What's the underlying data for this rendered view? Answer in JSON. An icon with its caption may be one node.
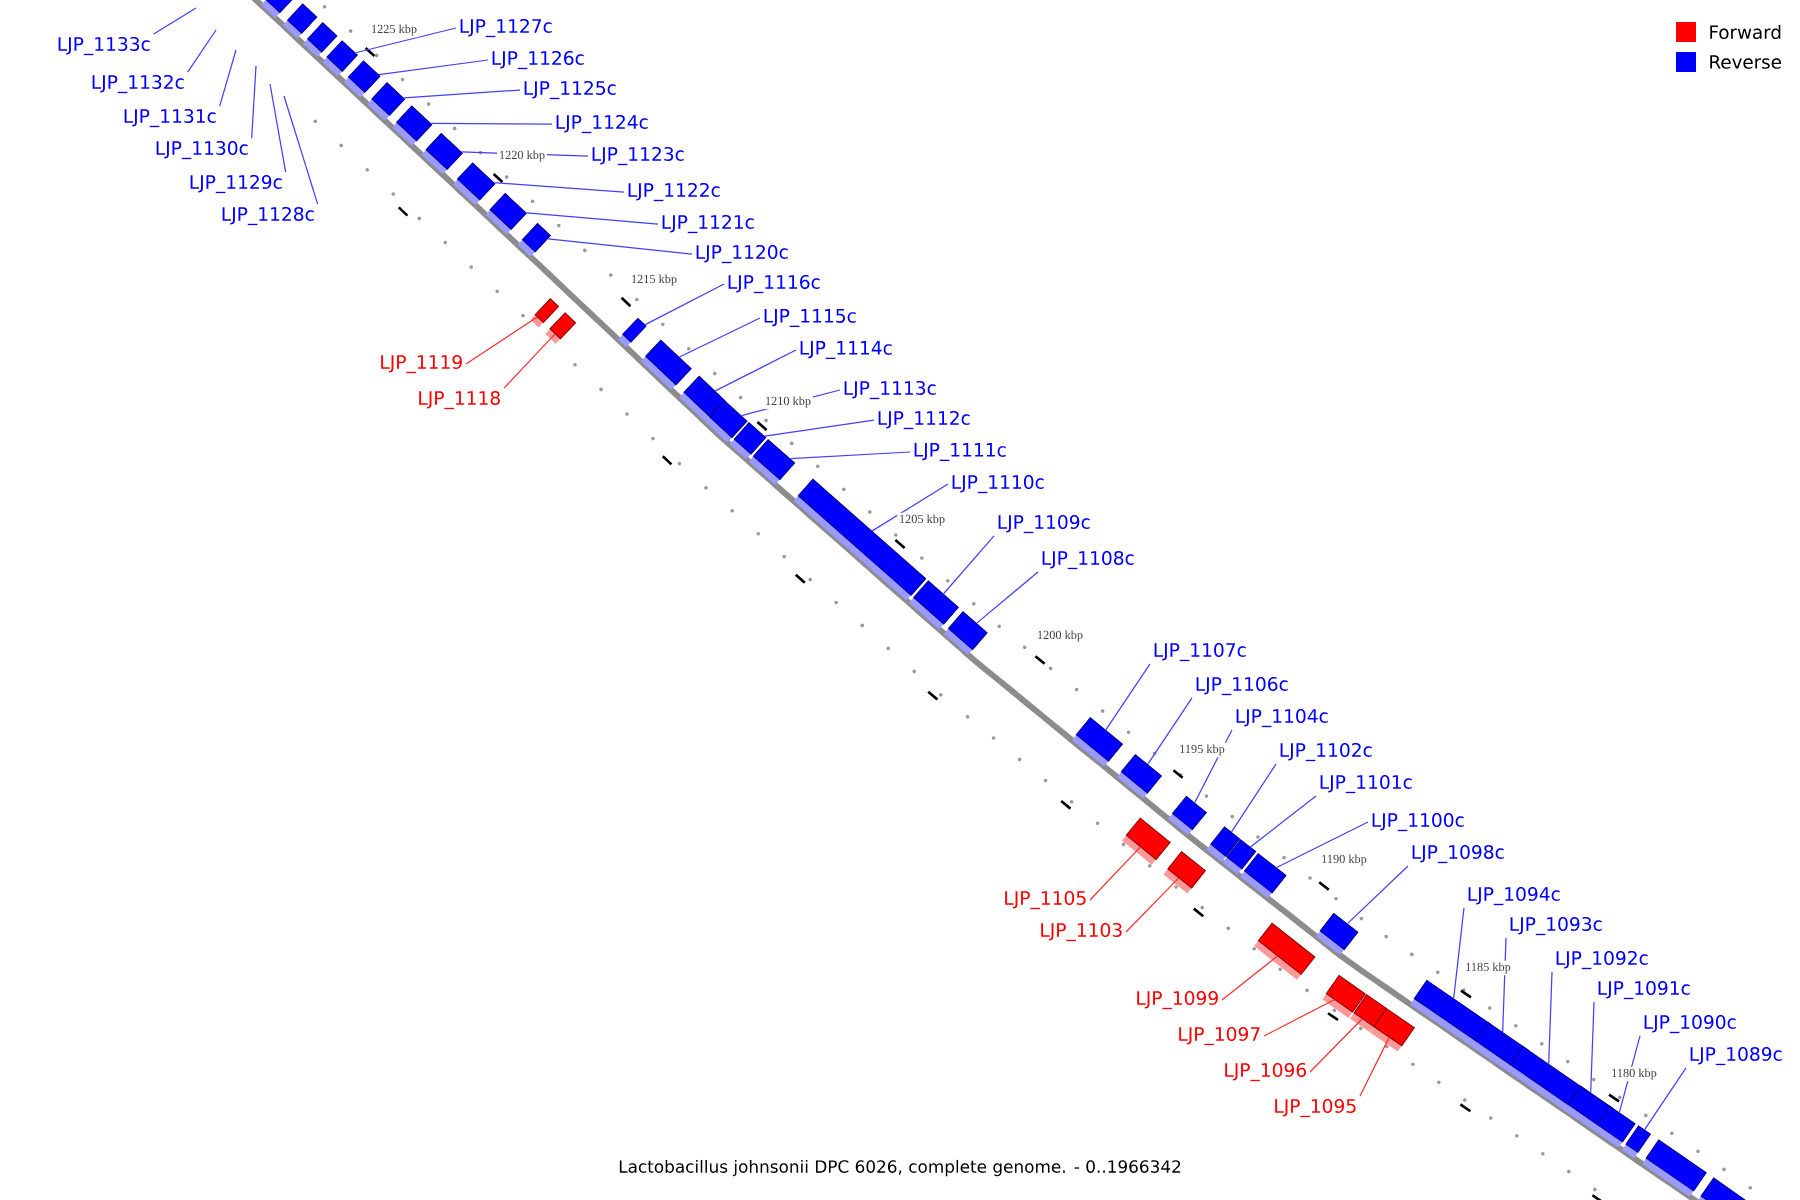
{
  "diagram": {
    "caption": "Lactobacillus johnsonii DPC 6026, complete genome. - 0..1966342",
    "nodes": [
      {
        "text": [
          "LJP_1133c"
        ]
      },
      {
        "text": [
          "LJP_1132c"
        ]
      },
      {
        "text": [
          "LJP_1131c"
        ]
      },
      {
        "text": [
          "LJP_1130c"
        ]
      },
      {
        "text": [
          "LJP_1129c"
        ]
      },
      {
        "text": [
          "LJP_1128c"
        ]
      },
      {
        "text": [],
        "shape": "box"
      },
      {
        "text": [],
        "shape": "box"
      },
      {
        "text": [],
        "shape": "box"
      },
      {
        "text": [
          "LJP_1127c"
        ]
      },
      {
        "text": [],
        "shape": "box"
      },
      {
        "text": [
          "LJP_1126c"
        ]
      },
      {
        "text": [],
        "shape": "box"
      },
      {
        "text": [
          "LJP_1125c"
        ]
      },
      {
        "text": [],
        "shape": "box"
      },
      {
        "text": [
          "LJP_1124c"
        ]
      },
      {
        "text": [],
        "shape": "box"
      },
      {
        "text": [
          "LJP_1123c"
        ]
      },
      {
        "text": [],
        "shape": "box"
      },
      {
        "text": [
          "LJP_1122c"
        ]
      },
      {
        "text": [],
        "shape": "box"
      },
      {
        "text": [
          "LJP_1121c"
        ]
      },
      {
        "text": [],
        "shape": "box"
      },
      {
        "text": [
          "LJP_1120c"
        ]
      },
      {
        "text": [],
        "shape": "box"
      },
      {
        "text": [
          "LJP_1119"
        ]
      },
      {
        "text": [],
        "shape": "box"
      },
      {
        "text": [
          "LJP_1118"
        ]
      },
      {
        "text": [],
        "shape": "box"
      },
      {
        "text": [
          "LJP_1116c"
        ]
      },
      {
        "text": [],
        "shape": "box"
      },
      {
        "text": [
          "LJP_1115c"
        ]
      },
      {
        "text": [],
        "shape": "box"
      },
      {
        "text": [
          "LJP_1114c"
        ]
      },
      {
        "text": [],
        "shape": "box"
      },
      {
        "text": [
          "LJP_1113c"
        ]
      },
      {
        "text": [],
        "shape": "box"
      },
      {
        "text": [
          "LJP_1112c"
        ]
      },
      {
        "text": [],
        "shape": "box"
      },
      {
        "text": [
          "LJP_1111c"
        ]
      },
      {
        "text": [],
        "shape": "box"
      },
      {
        "text": [
          "LJP_1110c"
        ]
      },
      {
        "text": [],
        "shape": "box"
      },
      {
        "text": [
          "LJP_1109c"
        ]
      },
      {
        "text": [],
        "shape": "box"
      },
      {
        "text": [
          "LJP_1108c"
        ]
      },
      {
        "text": [],
        "shape": "box"
      },
      {
        "text": [
          "LJP_1107c"
        ]
      },
      {
        "text": [],
        "shape": "box"
      },
      {
        "text": [
          "LJP_1106c"
        ]
      },
      {
        "text": [],
        "shape": "box"
      },
      {
        "text": [
          "LJP_1105"
        ]
      },
      {
        "text": [],
        "shape": "box"
      },
      {
        "text": [
          "LJP_1104c"
        ]
      },
      {
        "text": [],
        "shape": "box"
      },
      {
        "text": [
          "LJP_1103"
        ]
      },
      {
        "text": [],
        "shape": "box"
      },
      {
        "text": [
          "LJP_1102c"
        ]
      },
      {
        "text": [],
        "shape": "box"
      },
      {
        "text": [
          "LJP_1101c"
        ]
      },
      {
        "text": [],
        "shape": "box"
      },
      {
        "text": [
          "LJP_1100c"
        ]
      },
      {
        "text": [],
        "shape": "box"
      },
      {
        "text": [
          "LJP_1099"
        ]
      },
      {
        "text": [],
        "shape": "box"
      },
      {
        "text": [
          "LJP_1098c"
        ]
      },
      {
        "text": [],
        "shape": "box"
      },
      {
        "text": [
          "LJP_1097"
        ]
      },
      {
        "text": [],
        "shape": "box"
      },
      {
        "text": [
          "LJP_1096"
        ]
      },
      {
        "text": [],
        "shape": "box"
      },
      {
        "text": [
          "LJP_1095"
        ]
      },
      {
        "text": [],
        "shape": "box"
      },
      {
        "text": [
          "LJP_1094c"
        ]
      },
      {
        "text": [],
        "shape": "box"
      },
      {
        "text": [
          "LJP_1093c"
        ]
      },
      {
        "text": [],
        "shape": "box"
      },
      {
        "text": [
          "LJP_1092c"
        ]
      },
      {
        "text": [],
        "shape": "box"
      },
      {
        "text": [
          "LJP_1091c"
        ]
      },
      {
        "text": [],
        "shape": "box"
      },
      {
        "text": [
          "LJP_1090c"
        ]
      },
      {
        "text": [],
        "shape": "box"
      },
      {
        "text": [
          "LJP_1089c"
        ]
      },
      {
        "text": [],
        "shape": "box"
      },
      {
        "text": [],
        "shape": "box"
      },
      {
        "text": [],
        "shape": "box"
      }
    ],
    "edges": [
      {
        "from": 0,
        "to": null,
        "arrow": "none"
      },
      {
        "from": 1,
        "to": null,
        "arrow": "none"
      },
      {
        "from": 2,
        "to": null,
        "arrow": "none"
      },
      {
        "from": 3,
        "to": null,
        "arrow": "none"
      },
      {
        "from": 4,
        "to": null,
        "arrow": "none"
      },
      {
        "from": 5,
        "to": null,
        "arrow": "none"
      },
      {
        "from": 9,
        "to": 10,
        "arrow": "none"
      },
      {
        "from": 11,
        "to": 12,
        "arrow": "none"
      },
      {
        "from": 13,
        "to": 14,
        "arrow": "none"
      },
      {
        "from": 15,
        "to": 16,
        "arrow": "none"
      },
      {
        "from": 17,
        "to": 18,
        "arrow": "none"
      },
      {
        "from": 19,
        "to": 20,
        "arrow": "none"
      },
      {
        "from": 21,
        "to": 22,
        "arrow": "none"
      },
      {
        "from": 23,
        "to": 24,
        "arrow": "none"
      },
      {
        "from": 25,
        "to": 26,
        "arrow": "none",
        "color": "#ff3030"
      },
      {
        "from": 27,
        "to": 28,
        "arrow": "none",
        "color": "#ff3030"
      },
      {
        "from": 29,
        "to": 30,
        "arrow": "none"
      },
      {
        "from": 31,
        "to": 32,
        "arrow": "none"
      },
      {
        "from": 33,
        "to": 34,
        "arrow": "none"
      },
      {
        "from": 35,
        "to": 36,
        "arrow": "none"
      },
      {
        "from": 37,
        "to": 38,
        "arrow": "none"
      },
      {
        "from": 39,
        "to": 40,
        "arrow": "none"
      },
      {
        "from": 41,
        "to": 42,
        "arrow": "none"
      },
      {
        "from": 43,
        "to": 44,
        "arrow": "none"
      },
      {
        "from": 45,
        "to": 46,
        "arrow": "none"
      },
      {
        "from": 47,
        "to": 48,
        "arrow": "none"
      },
      {
        "from": 49,
        "to": 50,
        "arrow": "none"
      },
      {
        "from": 51,
        "to": 52,
        "arrow": "none",
        "color": "#ff3030"
      },
      {
        "from": 53,
        "to": 54,
        "arrow": "none"
      },
      {
        "from": 55,
        "to": 56,
        "arrow": "none",
        "color": "#ff3030"
      },
      {
        "from": 57,
        "to": 58,
        "arrow": "none"
      },
      {
        "from": 59,
        "to": 60,
        "arrow": "none"
      },
      {
        "from": 61,
        "to": 62,
        "arrow": "none"
      },
      {
        "from": 63,
        "to": 64,
        "arrow": "none",
        "color": "#ff3030"
      },
      {
        "from": 65,
        "to": 66,
        "arrow": "none"
      },
      {
        "from": 67,
        "to": 68,
        "arrow": "none",
        "color": "#ff3030"
      },
      {
        "from": 69,
        "to": 70,
        "arrow": "none",
        "color": "#ff3030"
      },
      {
        "from": 71,
        "to": 72,
        "arrow": "none",
        "color": "#ff3030"
      },
      {
        "from": 73,
        "to": 74,
        "arrow": "none"
      },
      {
        "from": 75,
        "to": 76,
        "arrow": "none"
      },
      {
        "from": 77,
        "to": 78,
        "arrow": "none"
      },
      {
        "from": 79,
        "to": 80,
        "arrow": "none"
      },
      {
        "from": 81,
        "to": 82,
        "arrow": "none"
      },
      {
        "from": 83,
        "to": 84,
        "arrow": "none"
      }
    ],
    "labels": [
      "1225 kbp",
      "1220 kbp",
      "1215 kbp",
      "1210 kbp",
      "1205 kbp",
      "1200 kbp",
      "1195 kbp",
      "1190 kbp",
      "1185 kbp",
      "1180 kbp"
    ],
    "legend": [
      {
        "text": "Forward",
        "color": "#ff0000"
      },
      {
        "text": "Reverse",
        "color": "#0000ff"
      }
    ]
  }
}
